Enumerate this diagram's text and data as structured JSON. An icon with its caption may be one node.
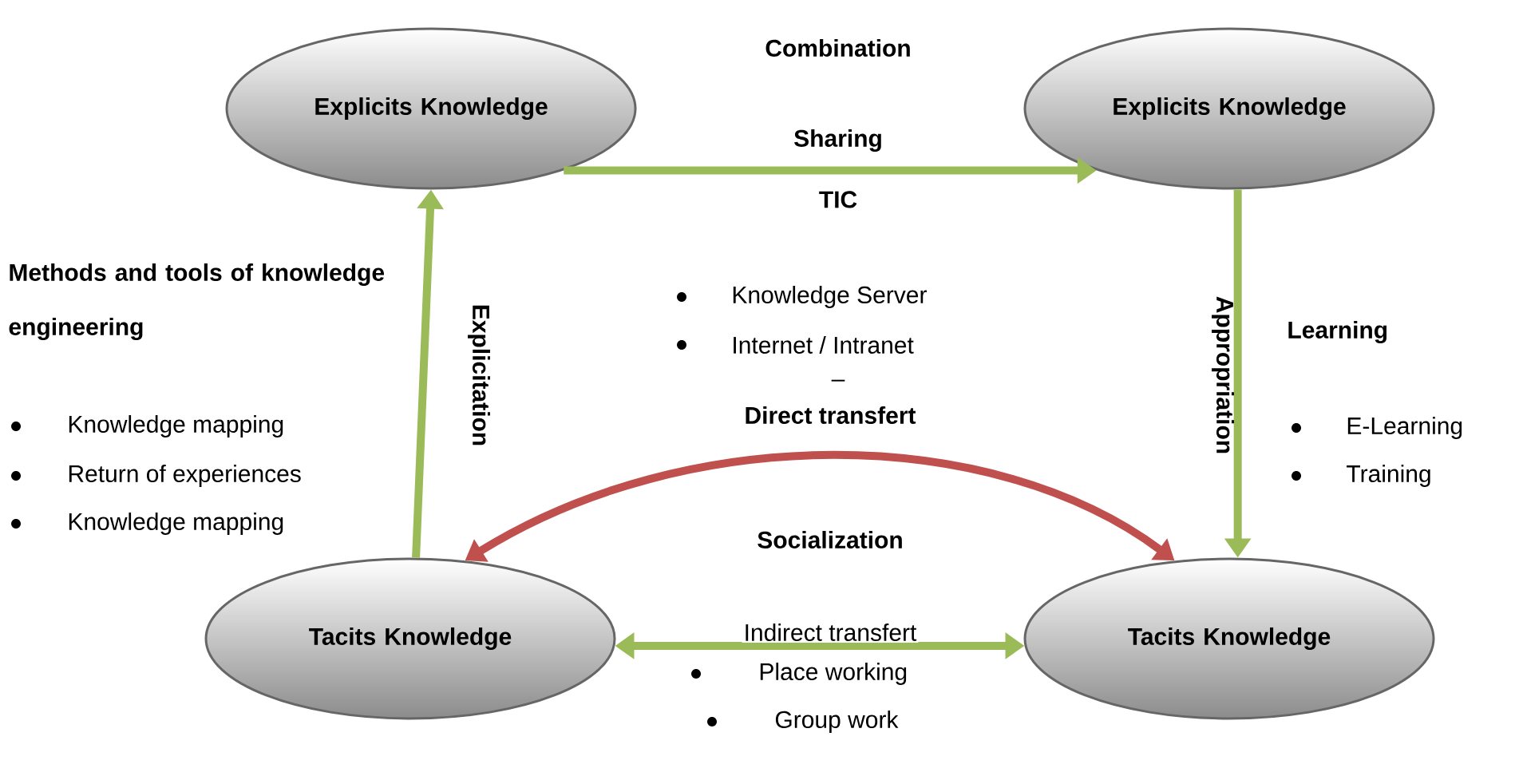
{
  "diagram": {
    "nodes": [
      {
        "text": [
          "Explicits Knowledge"
        ]
      },
      {
        "text": [
          "Explicits Knowledge"
        ]
      },
      {
        "text": [
          "Tacits Knowledge"
        ]
      },
      {
        "text": [
          "Tacits Knowledge"
        ]
      }
    ],
    "edges": [
      {
        "from": 0,
        "to": 1,
        "arrow": "to"
      },
      {
        "from": 1,
        "to": 3,
        "arrow": "to",
        "label": "Appropriation"
      },
      {
        "from": 2,
        "to": 0,
        "arrow": "to",
        "label": "Explicitation"
      },
      {
        "from": 2,
        "to": 3,
        "arrow": "both",
        "label": "Indirect transfert"
      },
      {
        "from": 2,
        "to": 3,
        "arrow": "both",
        "label": "Direct transfert",
        "color": "#c0504d"
      }
    ],
    "labels": [
      "Combination",
      "Sharing",
      "TIC",
      "Methods and tools of knowledge engineering",
      "Knowledge Server",
      "Internet / Intranet",
      "Learning",
      "–",
      "Knowledge mapping",
      "Return of experiences",
      "E-Learning",
      "Training",
      "Knowledge mapping",
      "Socialization",
      "Place working",
      "Group work"
    ]
  }
}
